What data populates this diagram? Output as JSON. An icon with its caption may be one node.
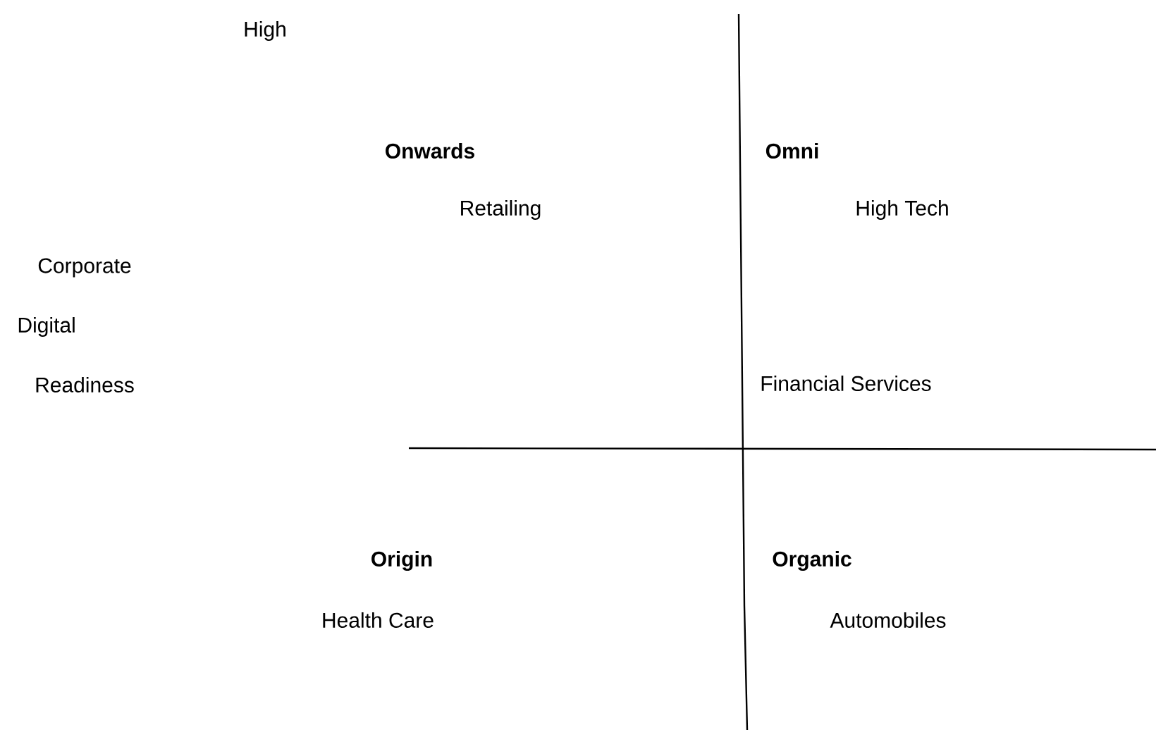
{
  "diagram": {
    "labels": [
      "High",
      "Onwards",
      "Omni",
      "Retailing",
      "High Tech",
      "Corporate",
      "Digital",
      "Readiness",
      "Financial Services",
      "Origin",
      "Organic",
      "Health Care",
      "Automobiles"
    ]
  }
}
